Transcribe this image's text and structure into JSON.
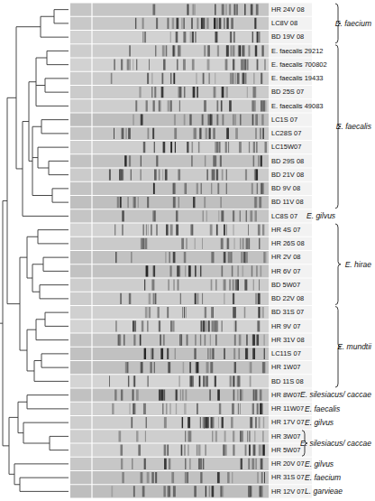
{
  "diagram": {
    "labels": [
      "HR 24V 08",
      "LC8V 08",
      "BD 19V 08",
      "E. faecalis 29212",
      "E. faecalis 700802",
      "E. faecalis 19433",
      "BD 25S 07",
      "E. faecalis 49083",
      "LC1S 07",
      "LC28S 07",
      "LC15W07",
      "BD 29S 08",
      "BD 21V 08",
      "BD 9V 08",
      "BD 11V 08",
      "LC8S 07",
      "HR 4S 07",
      "HR 26S 08",
      "HR 2V 08",
      "HR 6V 07",
      "BD 5W07",
      "BD 22V 08",
      "BD 31S 07",
      "HR 9V 07",
      "HR 31V 08",
      "LC11S 07",
      "HR 1W07",
      "BD 11S 08",
      "HR 8W07",
      "HR 11W07",
      "HR 17V 07",
      "HR 3W07",
      "HR 5W07",
      "HR 20V 07",
      "HR 31S 07",
      "HR 12V 07",
      "E. faecium",
      "E. faecalis",
      "E. gilvus",
      "E. hirae",
      "E. mundtii",
      "E. silesiacus/ caccae",
      "E. faecalis",
      "E. gilvus",
      "E. silesiacus/ caccae",
      "E. gilvus",
      "E. faecium",
      "L. garvieae"
    ]
  }
}
